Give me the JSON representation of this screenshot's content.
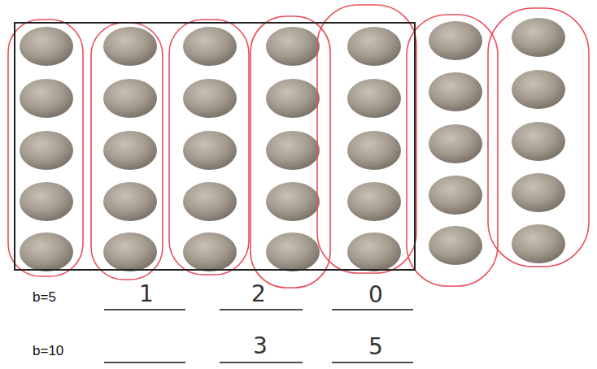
{
  "diagram": {
    "labels": [
      "b=5",
      "1",
      "2",
      "0",
      "b=10",
      "3",
      "5"
    ]
  }
}
